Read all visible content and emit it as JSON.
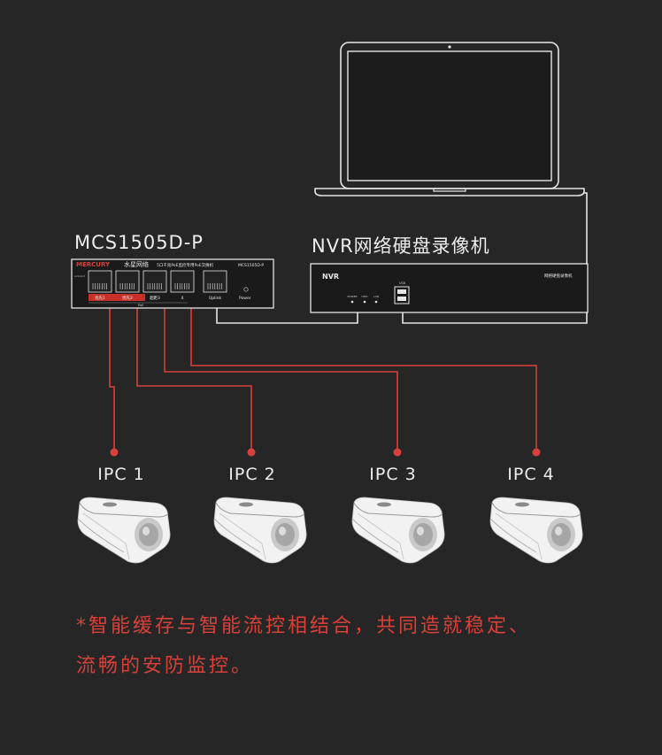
{
  "switch": {
    "model_label": "MCS1505D-P",
    "brand": "MERCURY",
    "brand_cn": "水星网络",
    "desc": "5口千兆PoE监控专用PoE交换机",
    "model_small": "MCS1505D-P",
    "port_labels": [
      "优先1",
      "优先2",
      "超距3",
      "4",
      "Uplink"
    ],
    "poe_label": "PoE",
    "power_label": "Power",
    "side_label": "Link/Act"
  },
  "nvr": {
    "title": "NVR网络硬盘录像机",
    "front_label": "NVR",
    "front_desc": "网络硬盘录像机",
    "indicators": [
      "POWER",
      "HDD",
      "LAN"
    ],
    "usb_label": "USB"
  },
  "cameras": [
    {
      "label": "IPC 1"
    },
    {
      "label": "IPC 2"
    },
    {
      "label": "IPC 3"
    },
    {
      "label": "IPC 4"
    }
  ],
  "caption": {
    "line1": "*智能缓存与智能流控相结合，共同造就稳定、",
    "line2": "流畅的安防监控。"
  },
  "colors": {
    "background": "#262626",
    "accent_red": "#d8403a",
    "line_white": "#e6e6e6",
    "device_dark": "#1a1a1a"
  }
}
